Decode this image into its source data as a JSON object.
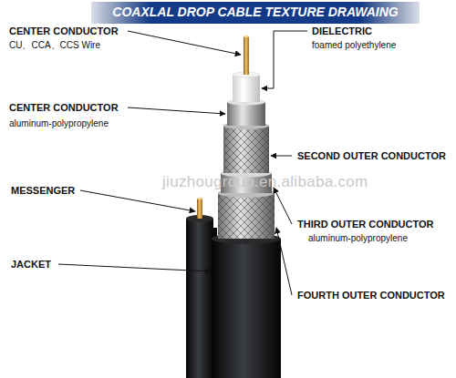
{
  "diagram": {
    "title": "COAXLAL DROP CABLE TEXTURE DRAWAING",
    "labels": [
      "CENTER CONDUCTOR",
      "CU、CCA、CCS Wire",
      "DIELECTRIC",
      "foamed polyethylene",
      "CENTER CONDUCTOR",
      "aluminum-polypropylene",
      "SECOND OUTER CONDUCTOR",
      "jiuzhougroup.en.alibaba.com",
      "MESSENGER",
      "THIRD OUTER CONDUCTOR",
      "aluminum-polypropylene",
      "JACKET",
      "FOURTH OUTER CONDUCTOR"
    ]
  }
}
